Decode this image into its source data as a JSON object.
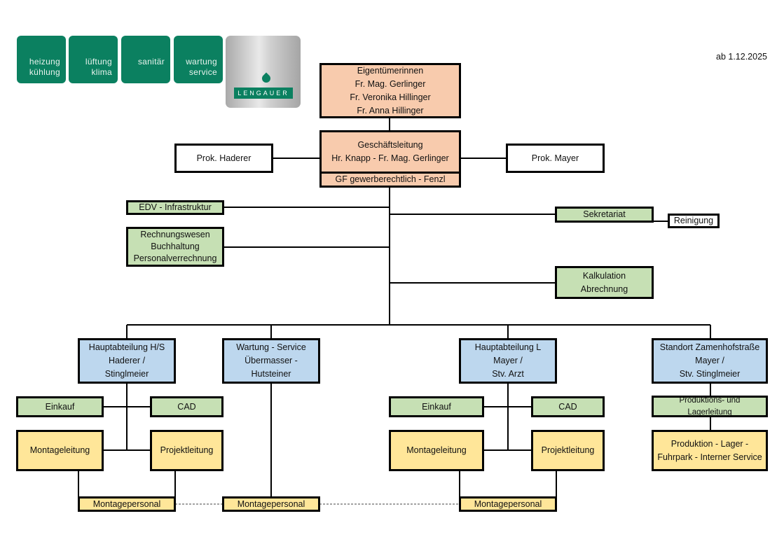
{
  "header": {
    "tiles": [
      {
        "line1": "heizung",
        "line2": "kühlung"
      },
      {
        "line1": "lüftung",
        "line2": "klima"
      },
      {
        "line1": "sanitär",
        "line2": ""
      },
      {
        "line1": "wartung",
        "line2": "service"
      }
    ],
    "logo_text": "LENGAUER",
    "date": "ab 1.12.2025"
  },
  "colors": {
    "owners": "#F8CBAD",
    "staff": "#C6E0B4",
    "departments": "#BDD7EE",
    "operations": "#FFE699",
    "brand": "#0B8060"
  },
  "owners": {
    "title": "Eigentümerinnen",
    "members": [
      "Fr. Mag. Gerlinger",
      "Fr. Veronika Hillinger",
      "Fr. Anna Hillinger"
    ]
  },
  "management": {
    "title": "Geschäftsleitung",
    "names": "Hr. Knapp - Fr. Mag. Gerlinger",
    "gf": "GF gewerberechtlich - Fenzl"
  },
  "prokura": {
    "left": "Prok. Haderer",
    "right": "Prok. Mayer"
  },
  "staff": {
    "edv": "EDV - Infrastruktur",
    "accounting": [
      "Rechnungswesen",
      "Buchhaltung",
      "Personalverrechnung"
    ],
    "secretariat": "Sekretariat",
    "cleaning": "Reinigung",
    "calculation": [
      "Kalkulation",
      "Abrechnung"
    ]
  },
  "departments": {
    "hs": [
      "Hauptabteilung H/S",
      "Haderer /",
      "Stinglmeier"
    ],
    "service": [
      "Wartung - Service",
      "Übermasser -",
      "Hutsteiner"
    ],
    "l": [
      "Hauptabteilung L",
      "Mayer /",
      "Stv. Arzt"
    ],
    "site": [
      "Standort Zamenhofstraße",
      "Mayer /",
      "Stv. Stinglmeier"
    ]
  },
  "sub": {
    "purchasing": "Einkauf",
    "cad": "CAD",
    "assembly_lead": "Montageleitung",
    "project_lead": "Projektleitung",
    "assembly_staff": "Montagepersonal",
    "production_lead": "Produktions- und Lagerleitung",
    "production": [
      "Produktion - Lager -",
      "Fuhrpark - Interner Service"
    ]
  }
}
